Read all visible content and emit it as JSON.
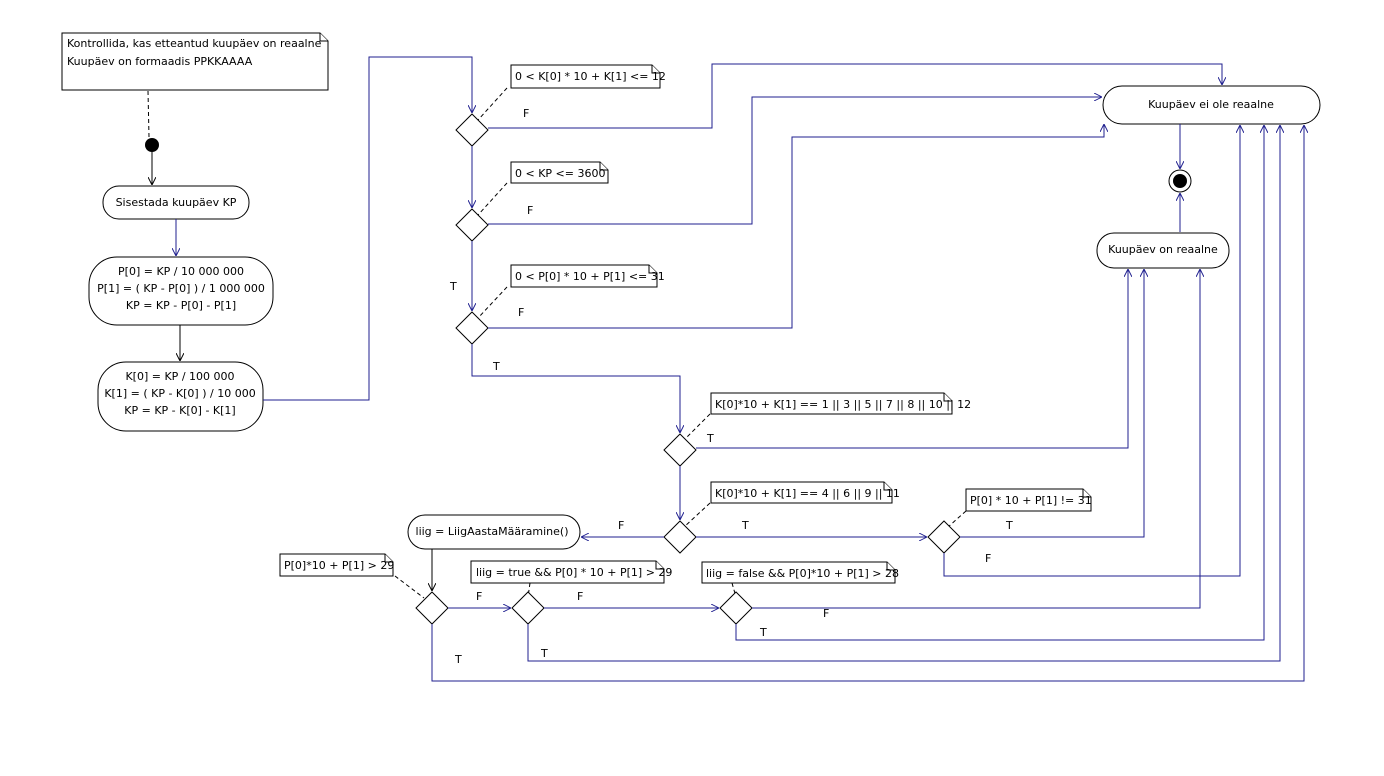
{
  "notes": {
    "header_line1": "Kontrollida, kas etteantud kuupäev on reaalne",
    "header_line2": "Kuupäev on formaadis PPKKAAAA",
    "c1": "0 < K[0] * 10 + K[1] <= 12",
    "c2": "0 < KP <= 3600",
    "c3": "0 < P[0] * 10 + P[1] <= 31",
    "c4": "K[0]*10 + K[1] == 1 || 3 || 5 || 7 || 8 || 10 || 12",
    "c5": "K[0]*10 + K[1] == 4 || 6 || 9 || 11",
    "c6": "P[0] * 10 + P[1] != 31",
    "c7": "P[0]*10 + P[1] > 29",
    "c8": "liig = true && P[0] * 10 + P[1] > 29",
    "c9": "liig = false && P[0]*10 + P[1] > 28"
  },
  "actions": {
    "sisestada": "Sisestada kuupäev KP",
    "p_calc": [
      "P[0] = KP / 10 000 000",
      "P[1] = ( KP - P[0] ) / 1 000 000",
      "KP = KP - P[0] - P[1]"
    ],
    "k_calc": [
      "K[0] = KP / 100 000",
      "K[1] = ( KP - K[0] ) / 10 000",
      "KP = KP - K[0] - K[1]"
    ],
    "ei_ole": "Kuupäev ei ole reaalne",
    "on_reaalne": "Kuupäev on reaalne",
    "liig": "liig = LiigAastaMääramine()"
  },
  "guards": {
    "f1": "F",
    "f2": "F",
    "t3": "T",
    "f3": "F",
    "t3b": "T",
    "t4": "T",
    "f5": "F",
    "t5": "T",
    "t6": "T",
    "f6": "F",
    "f7": "F",
    "t7": "T",
    "f8": "F",
    "t8": "T",
    "f9": "F",
    "t9": "T"
  }
}
